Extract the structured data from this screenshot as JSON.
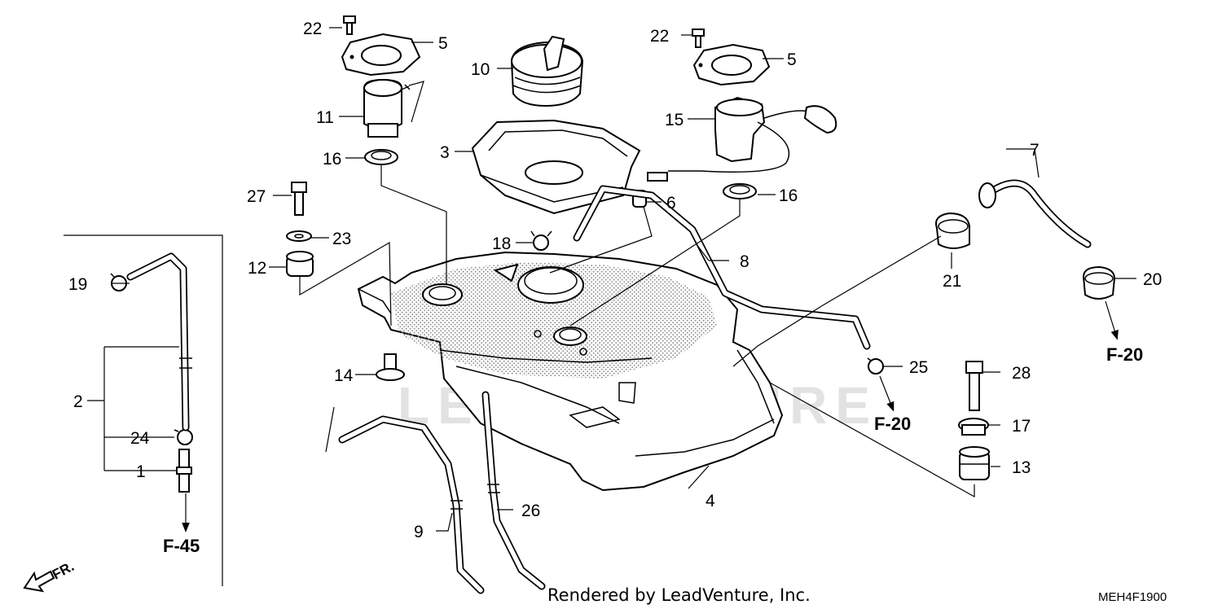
{
  "callouts": {
    "c1": "1",
    "c2": "2",
    "c3": "3",
    "c4": "4",
    "c5a": "5",
    "c5b": "5",
    "c6": "6",
    "c7": "7",
    "c8": "8",
    "c9": "9",
    "c10": "10",
    "c11": "11",
    "c12": "12",
    "c13": "13",
    "c14": "14",
    "c15": "15",
    "c16a": "16",
    "c16b": "16",
    "c17": "17",
    "c18": "18",
    "c19": "19",
    "c20": "20",
    "c21": "21",
    "c22a": "22",
    "c22b": "22",
    "c23": "23",
    "c24": "24",
    "c25": "25",
    "c26": "26",
    "c27": "27",
    "c28": "28"
  },
  "refs": {
    "f45": "F-45",
    "f20_right": "F-20",
    "f20_center": "F-20"
  },
  "front_marker": "FR.",
  "watermark": "LEADVENTURE",
  "footer": {
    "rendered_by": "Rendered by LeadVenture, Inc.",
    "diagram_code": "MEH4F1900"
  },
  "colors": {
    "ink": "#000000",
    "background": "#ffffff",
    "watermark": "#e2e2e2",
    "stipple": "#888888"
  },
  "icons": {
    "front_arrow": "front-arrow-icon"
  }
}
